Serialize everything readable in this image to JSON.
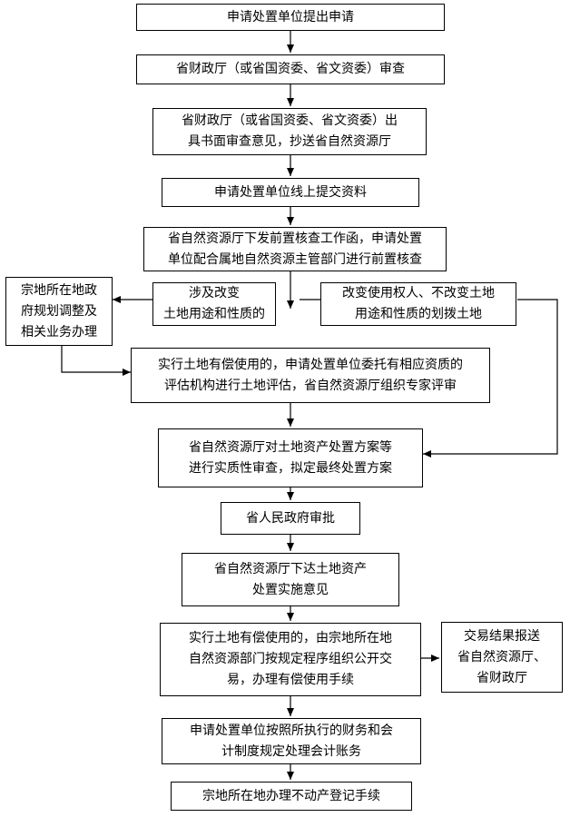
{
  "flow": {
    "step1": "申请处置单位提出申请",
    "step2": "省财政厅（或省国资委、省文资委）审查",
    "step3": "省财政厅（或省国资委、省文资委）出\n具书面审查意见，抄送省自然资源厅",
    "step4": "申请处置单位线上提交资料",
    "step5": "省自然资源厅下发前置核查工作函，申请处置\n单位配合属地自然资源主管部门进行前置核查",
    "branch_left": "涉及改变\n土地用途和性质的",
    "branch_right": "改变使用权人、不改变土地\n用途和性质的划拨土地",
    "side_left": "宗地所在地政\n府规划调整及\n相关业务办理",
    "step6": "实行土地有偿使用的，申请处置单位委托有相应资质的\n评估机构进行土地评估，省自然资源厅组织专家评审",
    "step7": "省自然资源厅对土地资产处置方案等\n进行实质性审查，拟定最终处置方案",
    "step8": "省人民政府审批",
    "step9": "省自然资源厅下达土地资产\n处置实施意见",
    "step10": "实行土地有偿使用的，由宗地所在地\n自然资源部门按规定程序组织公开交\n易，办理有偿使用手续",
    "side_right": "交易结果报送\n省自然资源厅、\n省财政厅",
    "step11": "申请处置单位按照所执行的财务和会\n计制度规定处理会计账务",
    "step12": "宗地所在地办理不动产登记手续"
  }
}
